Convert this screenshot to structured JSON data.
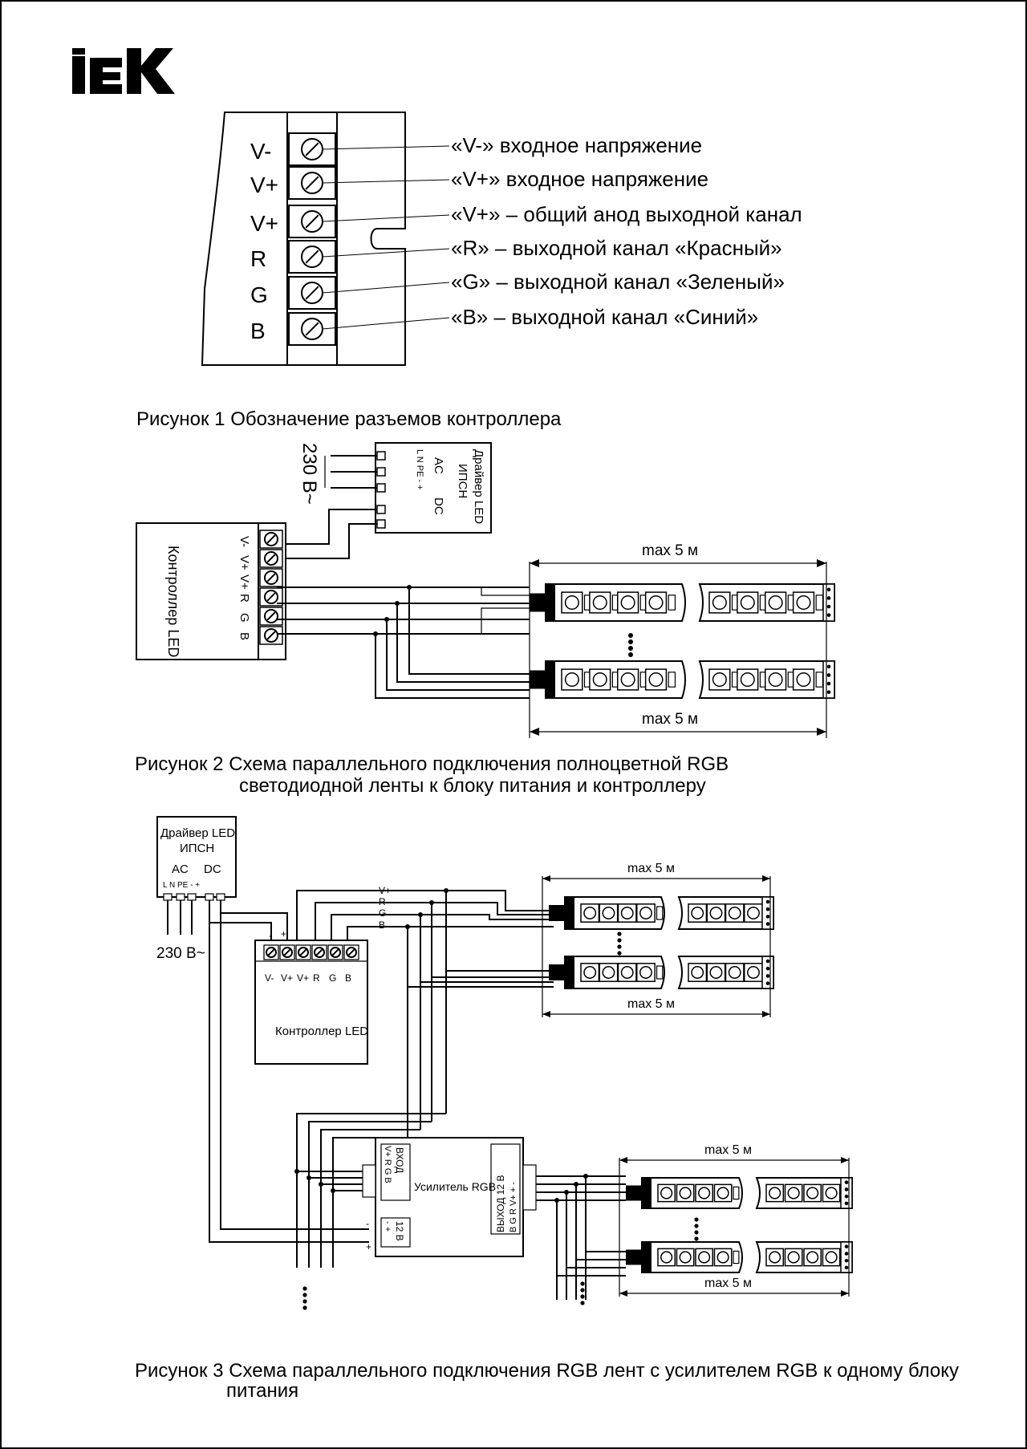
{
  "logo": {
    "text": "IEK"
  },
  "fig1": {
    "pins": [
      "V-",
      "V+",
      "V+",
      "R",
      "G",
      "B"
    ],
    "descriptions": [
      "«V-» входное напряжение",
      "«V+» входное напряжение",
      "«V+» – общий анод выходной канал",
      "«R» – выходной канал «Красный»",
      "«G» – выходной канал «Зеленый»",
      "«B» – выходной канал «Синий»"
    ],
    "caption": "Рисунок 1  Обозначение разъемов контроллера"
  },
  "fig2": {
    "mains": "230 В~",
    "driver": {
      "title1": "Драйвер LED",
      "title2": "ИПСН",
      "ac": "AC",
      "dc": "DC",
      "pins": "L  N  PE  -  +"
    },
    "controller": {
      "label": "Контроллер LED",
      "pins": [
        "V-",
        "V+",
        "V+",
        "R",
        "G",
        "B"
      ]
    },
    "strip_length": "max 5 м",
    "caption_line1": "Рисунок 2  Схема параллельного подключения полноцветной RGB",
    "caption_line2": "светодиодной ленты к блоку питания и контроллеру"
  },
  "fig3": {
    "mains": "230 В~",
    "driver": {
      "title1": "Драйвер LED",
      "title2": "ИПСН",
      "ac": "AC",
      "dc": "DC",
      "pins": "L  N  PE  -  +"
    },
    "bus_labels": [
      "V+",
      "R",
      "G",
      "B"
    ],
    "controller": {
      "label": "Контроллер LED",
      "pins": [
        "V-",
        "V+",
        "V+",
        "R",
        "G",
        "B"
      ],
      "minus": "-",
      "plus": "+"
    },
    "amplifier": {
      "label": "Усилитель RGB",
      "input": "ВХОД",
      "input_pins": "V+ R G B",
      "output": "ВЫХОД 12 В",
      "output_pins": "B G R V+ +  -",
      "power": "12 В",
      "power_pins": "-  +"
    },
    "minus": "-",
    "plus": "+",
    "strip_length": "max 5 м",
    "caption_line1": "Рисунок 3  Схема параллельного подключения RGB лент с усилителем RGB к одному блоку",
    "caption_line2": "питания"
  }
}
